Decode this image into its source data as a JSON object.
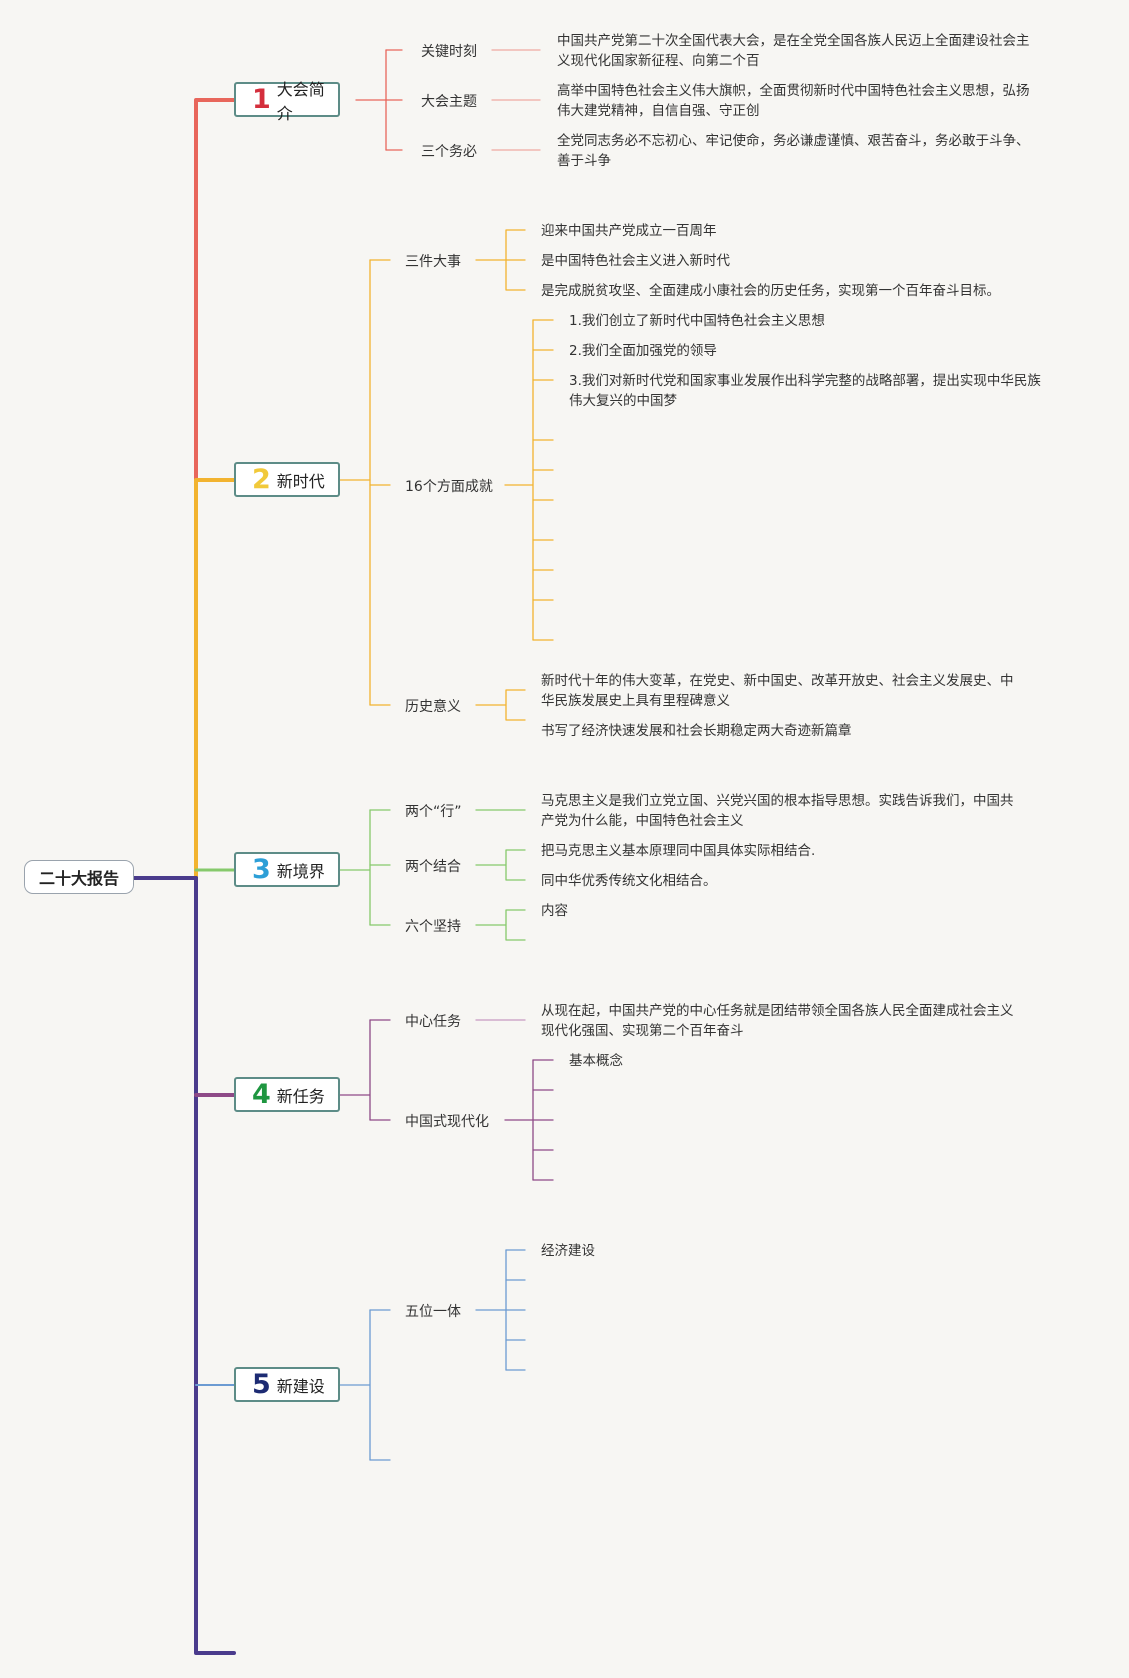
{
  "root": "二十大报告",
  "colors": {
    "t1": "#e8665b",
    "t2": "#f2b32f",
    "t3": "#86c96b",
    "t4": "#8e4a87",
    "t5": "#6c9bd2",
    "spine": "#4a3b8c",
    "num1": "#d42e3c",
    "num2": "#f1c93a",
    "num3": "#2d9fd7",
    "num4": "#1e9640",
    "num5": "#1d2b73"
  },
  "topics": [
    {
      "num": "1",
      "label": "大会简介",
      "subs": [
        {
          "label": "关键时刻",
          "leaves": [
            [
              "中国共产党第二十次全国代表大会，是在全党全国各族人民迈上全面建设社会主",
              "义现代化国家新征程、向第二个百"
            ]
          ]
        },
        {
          "label": "大会主题",
          "leaves": [
            [
              "高举中国特色社会主义伟大旗帜，全面贯彻新时代中国特色社会主义思想，弘扬",
              "伟大建党精神，自信自强、守正创"
            ]
          ]
        },
        {
          "label": "三个务必",
          "leaves": [
            [
              "全党同志务必不忘初心、牢记使命，务必谦虚谨慎、艰苦奋斗，务必敢于斗争、",
              "善于斗争"
            ]
          ]
        }
      ]
    },
    {
      "num": "2",
      "label": "新时代",
      "subs": [
        {
          "label": "三件大事",
          "leaves": [
            [
              "迎来中国共产党成立一百周年"
            ],
            [
              "是中国特色社会主义进入新时代"
            ],
            [
              "是完成脱贫攻坚、全面建成小康社会的历史任务，实现第一个百年奋斗目标。"
            ]
          ]
        },
        {
          "label": "16个方面成就",
          "leaves": [
            [
              "1.我们创立了新时代中国特色社会主义思想"
            ],
            [
              "2.我们全面加强党的领导"
            ],
            [
              "3.我们对新时代党和国家事业发展作出科学完整的战略部署，提出实现中华民族",
              "伟大复兴的中国梦"
            ]
          ]
        },
        {
          "label": "历史意义",
          "leaves": [
            [
              "新时代十年的伟大变革，在党史、新中国史、改革开放史、社会主义发展史、中",
              "华民族发展史上具有里程碑意义"
            ],
            [
              "书写了经济快速发展和社会长期稳定两大奇迹新篇章"
            ]
          ]
        }
      ]
    },
    {
      "num": "3",
      "label": "新境界",
      "subs": [
        {
          "label": "两个“行”",
          "leaves": [
            [
              "马克思主义是我们立党立国、兴党兴国的根本指导思想。实践告诉我们，中国共",
              "产党为什么能，中国特色社会主义"
            ]
          ]
        },
        {
          "label": "两个结合",
          "leaves": [
            [
              "把马克思主义基本原理同中国具体实际相结合."
            ],
            [
              "同中华优秀传统文化相结合。"
            ]
          ]
        },
        {
          "label": "六个坚持",
          "leaves": [
            [
              "内容"
            ]
          ]
        }
      ]
    },
    {
      "num": "4",
      "label": "新任务",
      "subs": [
        {
          "label": "中心任务",
          "leaves": [
            [
              "从现在起，中国共产党的中心任务就是团结带领全国各族人民全面建成社会主义",
              "现代化强国、实现第二个百年奋斗"
            ]
          ]
        },
        {
          "label": "中国式现代化",
          "leaves": [
            [
              "基本概念"
            ]
          ]
        }
      ]
    },
    {
      "num": "5",
      "label": "新建设",
      "subs": [
        {
          "label": "五位一体",
          "leaves": [
            [
              "经济建设"
            ]
          ]
        }
      ]
    }
  ]
}
